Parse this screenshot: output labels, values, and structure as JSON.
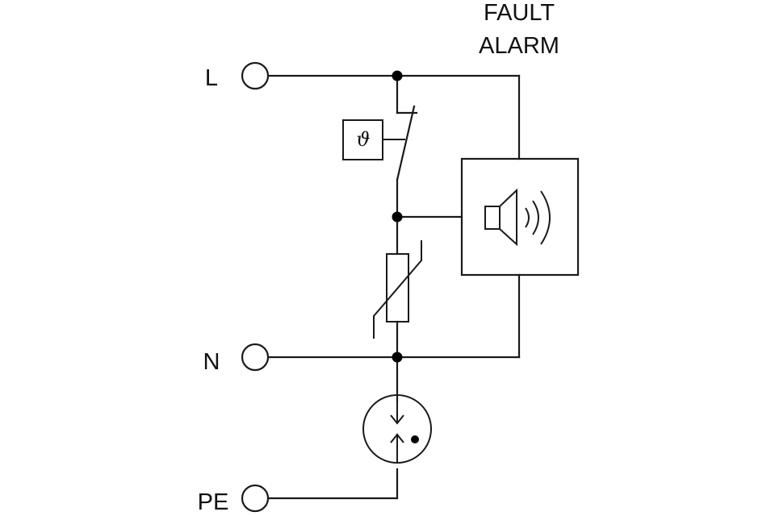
{
  "diagram": {
    "alarm_title_line1": "FAULT",
    "alarm_title_line2": "ALARM",
    "terminals": {
      "line": "L",
      "neutral": "N",
      "protective_earth": "PE"
    },
    "thermal_symbol": "ϑ",
    "icons": {
      "alarm": "speaker-icon",
      "varistor": "varistor-icon",
      "spark_gap": "spark-gap-icon",
      "thermal": "thermal-disconnect-icon"
    },
    "colors": {
      "line": "#1a1a1a",
      "background": "#ffffff"
    }
  }
}
